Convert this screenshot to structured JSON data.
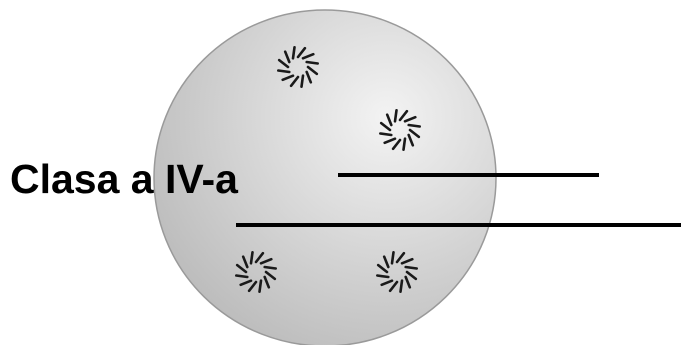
{
  "diagram": {
    "title": "Clasa a IV-a",
    "colors": {
      "disc_light": "#f3f3f3",
      "disc_dark": "#bdbdbd",
      "disc_edge": "#9a9a9a",
      "line": "#000000",
      "text": "#000000",
      "tick": "#1a1a1a"
    },
    "hole_marks": [
      "sunburst-hole-icon",
      "sunburst-hole-icon",
      "sunburst-hole-icon",
      "sunburst-hole-icon"
    ],
    "pointer_lines": [
      "upper-pointer-line",
      "lower-pointer-line"
    ]
  }
}
